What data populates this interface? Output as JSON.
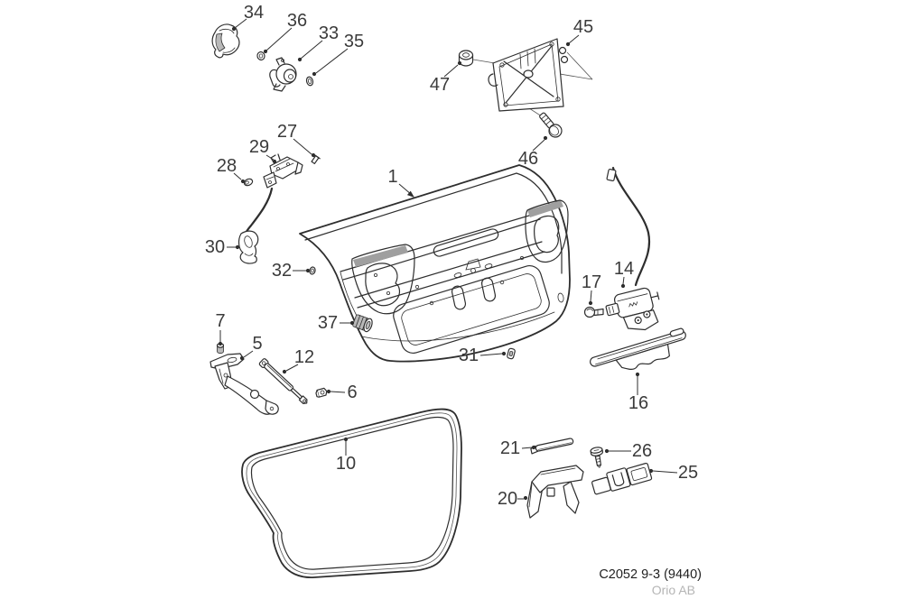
{
  "diagram": {
    "footer": {
      "code": "C2052 9-3 (9440)",
      "publisher": "Orio AB"
    },
    "callouts": {
      "1": "1",
      "5": "5",
      "6": "6",
      "7": "7",
      "10": "10",
      "12": "12",
      "14": "14",
      "16": "16",
      "17": "17",
      "20": "20",
      "21": "21",
      "25": "25",
      "26": "26",
      "27": "27",
      "28": "28",
      "29": "29",
      "30": "30",
      "31": "31",
      "32": "32",
      "33": "33",
      "34": "34",
      "35": "35",
      "36": "36",
      "37": "37",
      "45": "45",
      "46": "46",
      "47": "47"
    }
  }
}
